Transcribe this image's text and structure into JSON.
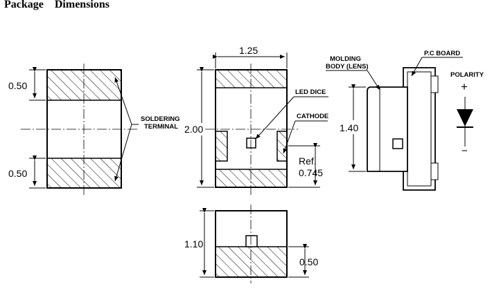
{
  "heading": {
    "word1": "Package",
    "word2": "Dimensions"
  },
  "dimensions": {
    "width_top": "1.25",
    "pad_height_top": "0.50",
    "pad_height_bottom": "0.50",
    "length": "2.00",
    "cathode_ref_label": "Ref.",
    "cathode_ref_value": "0.745",
    "body_height": "1.40",
    "side_height": "1.10",
    "side_pad": "0.50"
  },
  "labels": {
    "soldering_line1": "SOLDERING",
    "soldering_line2": "TERMINAL",
    "led_dice": "LED DICE",
    "cathode": "CATHODE",
    "molding_line1": "MOLDING",
    "molding_line2": "BODY (LENS)",
    "pc_board": "P.C BOARD",
    "polarity": "POLARITY",
    "plus": "+",
    "minus": "−"
  }
}
